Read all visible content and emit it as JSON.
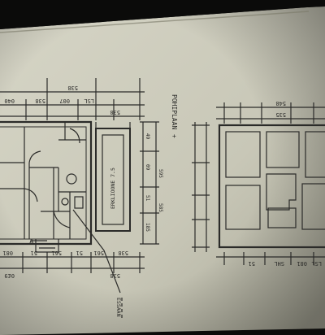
{
  "sheet": {
    "paper_color": "#c9c8b8",
    "ink_color": "#2b2b29"
  },
  "plan_left": {
    "title": "POHIPLAAN",
    "entrance_label": "ESSAAN",
    "stair_label": "A",
    "corridor_label": "ERKLIOONE 7.5"
  },
  "dims_top_left": {
    "overall": "538",
    "row2": [
      "040",
      "538",
      "007",
      "LSL",
      "538"
    ]
  },
  "dims_bottom_left": {
    "row1": [
      "081",
      "51",
      "561",
      "51",
      "561",
      "538"
    ],
    "row2": [
      "0£9",
      "538"
    ]
  },
  "dims_vertical": [
    "49",
    "09",
    "51",
    "185",
    "595",
    "585"
  ],
  "plan_right": {
    "overall": "548",
    "row": [
      "535"
    ],
    "bottom": [
      "SHL",
      "51",
      "081",
      "LSL"
    ]
  }
}
